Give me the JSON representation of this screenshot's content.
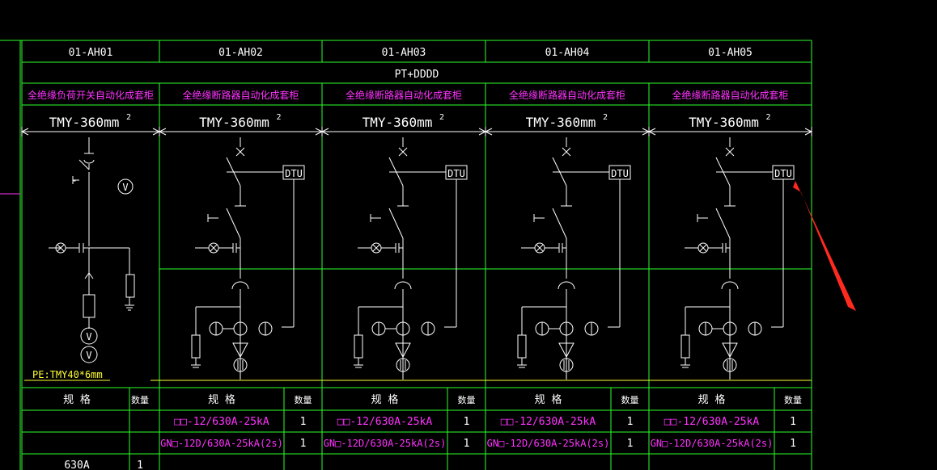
{
  "colors": {
    "background": "#000000",
    "grid": "#2bff2b",
    "line": "#ffffff",
    "magenta": "#ff33ff",
    "yellow": "#ffff33",
    "annotation_arrow": "#ff2a1f"
  },
  "header": {
    "pt_label": "PT+DDDD",
    "busbar_spec": "TMY-360mm",
    "busbar_sup": "2",
    "dtu_label": "DTU",
    "pe_label": "PE:TMY40*6mm"
  },
  "cabinets": [
    {
      "id": "01-AH01",
      "desc": "全绝缘负荷开关自动化成套柜"
    },
    {
      "id": "01-AH02",
      "desc": "全绝缘断路器自动化成套柜"
    },
    {
      "id": "01-AH03",
      "desc": "全绝缘断路器自动化成套柜"
    },
    {
      "id": "01-AH04",
      "desc": "全绝缘断路器自动化成套柜"
    },
    {
      "id": "01-AH05",
      "desc": "全绝缘断路器自动化成套柜"
    }
  ],
  "spec_table": {
    "spec_header": "规  格",
    "qty_header": "数量",
    "first_col_rows": [
      {
        "spec": "",
        "qty": ""
      },
      {
        "spec": "",
        "qty": ""
      },
      {
        "spec": "630A",
        "qty": "1"
      }
    ],
    "breaker_rows": [
      {
        "spec": "□□-12/630A-25kA",
        "qty": "1"
      },
      {
        "spec": "GN□-12D/630A-25kA(2s)",
        "qty": "1"
      }
    ]
  }
}
